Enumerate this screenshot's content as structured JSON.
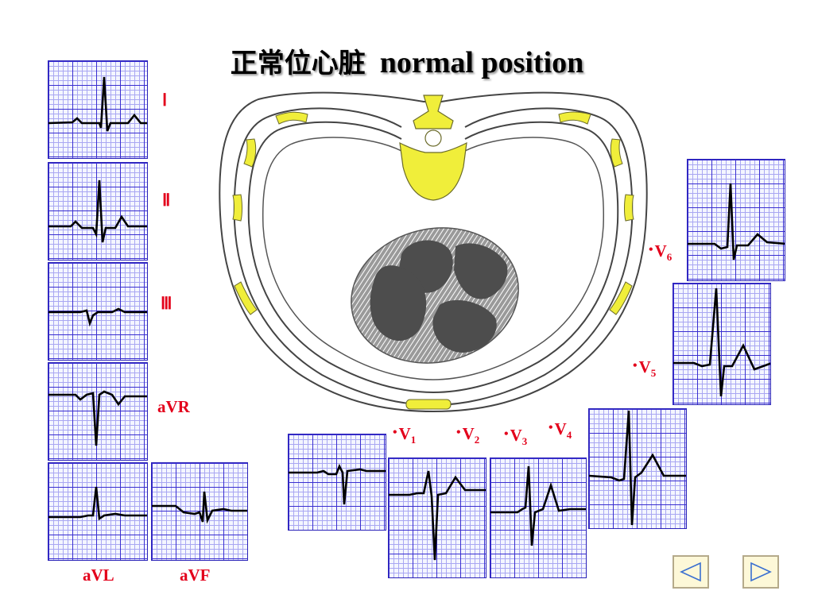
{
  "title": {
    "zh": "正常位心脏",
    "en": "normal position"
  },
  "limb_leads": [
    "Ⅰ",
    "Ⅱ",
    "Ⅲ",
    "aVR",
    "aVL",
    "aVF"
  ],
  "chest_leads": [
    {
      "letter": "V",
      "num": "1"
    },
    {
      "letter": "V",
      "num": "2"
    },
    {
      "letter": "V",
      "num": "3"
    },
    {
      "letter": "V",
      "num": "4"
    },
    {
      "letter": "V",
      "num": "5"
    },
    {
      "letter": "V",
      "num": "6"
    }
  ],
  "nav": {
    "prev_icon": "triangle-left-icon",
    "next_icon": "triangle-right-icon"
  },
  "colors": {
    "grid": "#3a2fd0",
    "label": "#e3001b",
    "bone": "#f0ee3a",
    "heart": "#4d4d4d",
    "trace": "#000000"
  }
}
